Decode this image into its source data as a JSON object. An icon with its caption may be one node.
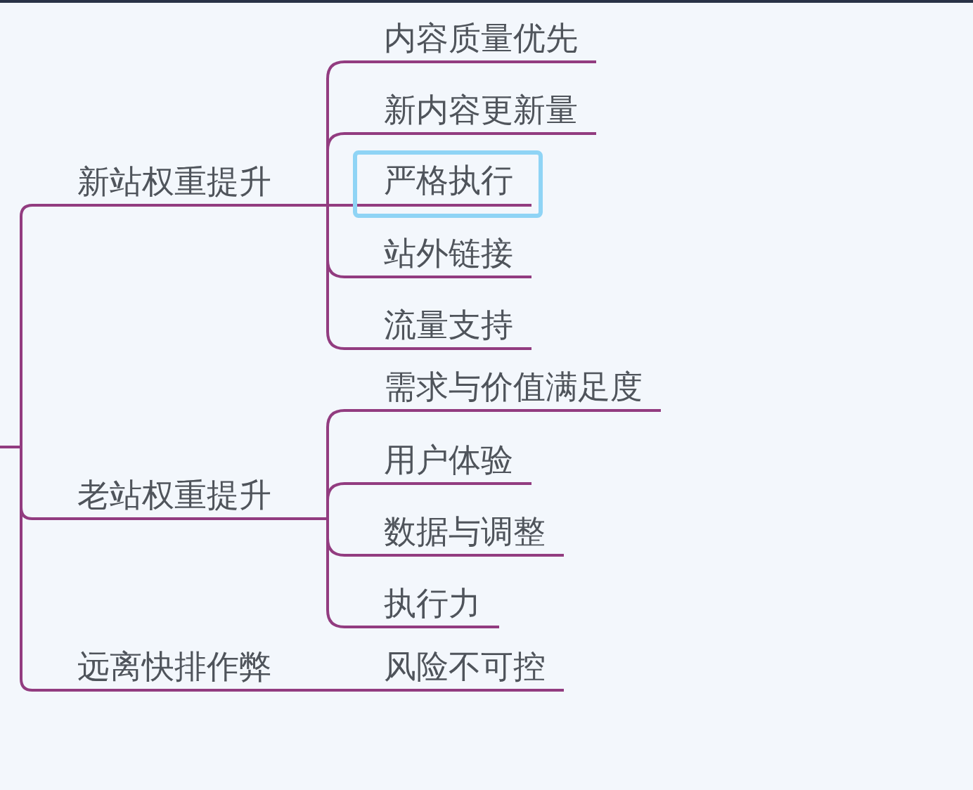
{
  "diagram": {
    "nodes": [
      {
        "text": [
          "新站权重提升"
        ]
      },
      {
        "text": [
          "内容质量优先"
        ]
      },
      {
        "text": [
          "新内容更新量"
        ]
      },
      {
        "text": [
          "严格执行"
        ]
      },
      {
        "text": [
          "站外链接"
        ]
      },
      {
        "text": [
          "流量支持"
        ]
      },
      {
        "text": [
          "老站权重提升"
        ]
      },
      {
        "text": [
          "需求与价值满足度"
        ]
      },
      {
        "text": [
          "用户体验"
        ]
      },
      {
        "text": [
          "数据与调整"
        ]
      },
      {
        "text": [
          "执行力"
        ]
      },
      {
        "text": [
          "远离快排作弊"
        ]
      },
      {
        "text": [
          "风险不可控"
        ]
      }
    ],
    "edges": [
      {
        "from": null,
        "to": 0,
        "arrow": "none"
      },
      {
        "from": null,
        "to": 6,
        "arrow": "none"
      },
      {
        "from": null,
        "to": 11,
        "arrow": "none"
      },
      {
        "from": 0,
        "to": 1,
        "arrow": "none"
      },
      {
        "from": 0,
        "to": 2,
        "arrow": "none"
      },
      {
        "from": 0,
        "to": 3,
        "arrow": "none"
      },
      {
        "from": 0,
        "to": 4,
        "arrow": "none"
      },
      {
        "from": 0,
        "to": 5,
        "arrow": "none"
      },
      {
        "from": 6,
        "to": 7,
        "arrow": "none"
      },
      {
        "from": 6,
        "to": 8,
        "arrow": "none"
      },
      {
        "from": 6,
        "to": 9,
        "arrow": "none"
      },
      {
        "from": 6,
        "to": 10,
        "arrow": "none"
      },
      {
        "from": 11,
        "to": 12,
        "arrow": "none"
      }
    ]
  }
}
